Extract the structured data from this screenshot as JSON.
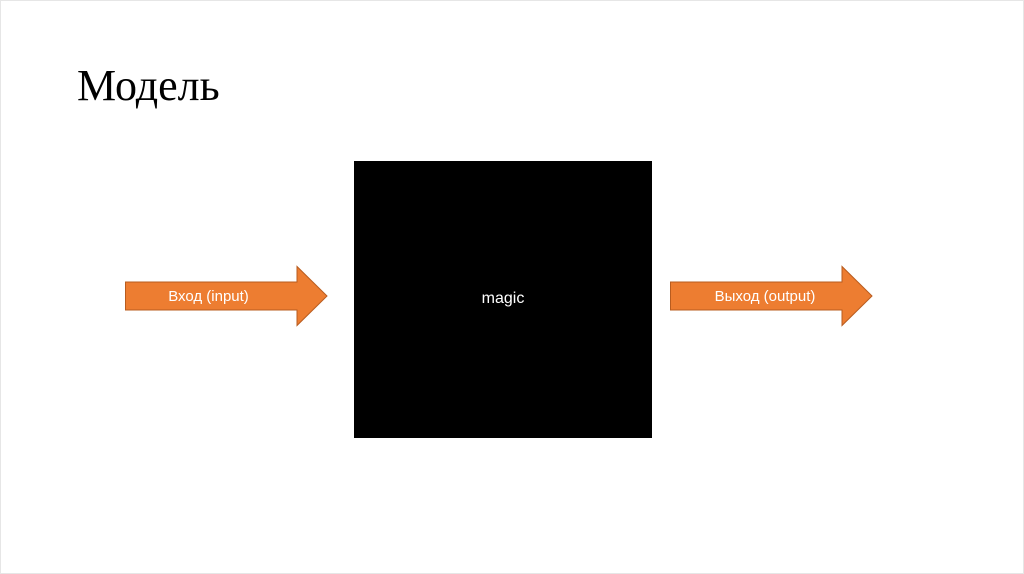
{
  "slide": {
    "title": "Модель"
  },
  "diagram": {
    "input_arrow": {
      "label": "Вход (input)",
      "color": "#ED7D31"
    },
    "black_box": {
      "label": "magic",
      "color": "#000000"
    },
    "output_arrow": {
      "label": "Выход (output)",
      "color": "#ED7D31"
    }
  }
}
